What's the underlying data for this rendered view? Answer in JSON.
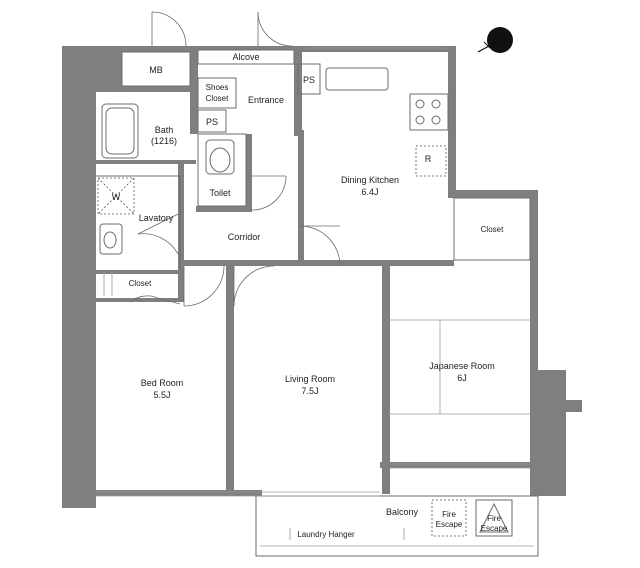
{
  "rooms": {
    "mb": "MB",
    "alcove": "Alcove",
    "shoes_closet_1": "Shoes",
    "shoes_closet_2": "Closet",
    "entrance": "Entrance",
    "ps_top": "PS",
    "ps_mid": "PS",
    "bath": "Bath",
    "bath_size": "(1216)",
    "toilet": "Toilet",
    "washer": "W",
    "lavatory": "Lavatory",
    "corridor": "Corridor",
    "closet_left": "Closet",
    "closet_right": "Closet",
    "dining_kitchen": "Dining Kitchen",
    "dining_kitchen_size": "6.4J",
    "refrigerator": "R",
    "bed_room": "Bed Room",
    "bed_room_size": "5.5J",
    "living_room": "Living Room",
    "living_room_size": "7.5J",
    "japanese_room": "Japanese Room",
    "japanese_room_size": "6J",
    "balcony": "Balcony",
    "laundry_hanger": "Laundry Hanger",
    "fire_escape_1a": "Fire",
    "fire_escape_1b": "Escape",
    "fire_escape_2a": "Fire",
    "fire_escape_2b": "Escape"
  }
}
